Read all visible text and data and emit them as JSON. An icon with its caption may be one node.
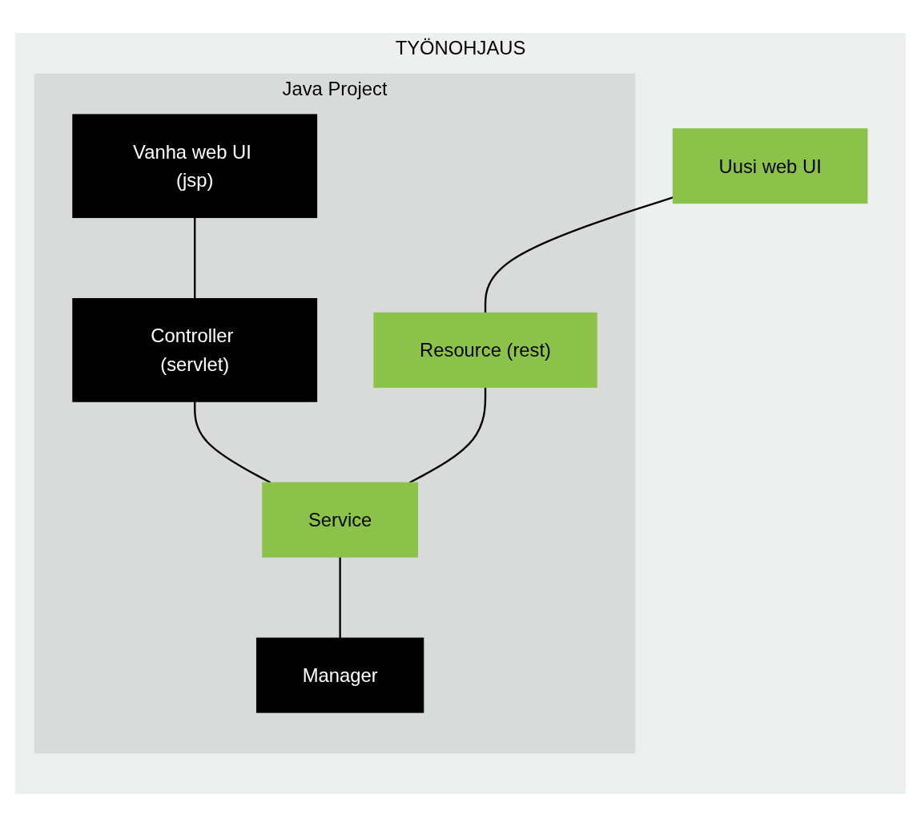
{
  "diagram": {
    "nodes": [
      {
        "text": [
          "TYÖNOHJAUS"
        ]
      },
      {
        "text": [
          "Uusi web UI"
        ],
        "in": 0
      },
      {
        "text": [
          "Java Project"
        ],
        "in": 0
      },
      {
        "text": [
          "Vanha web UI (jsp)"
        ],
        "in": 2
      },
      {
        "text": [
          "Controller (servlet)"
        ],
        "in": 2
      },
      {
        "text": [
          "Resource (rest)"
        ],
        "in": 2
      },
      {
        "text": [
          "Service"
        ],
        "in": 2
      },
      {
        "text": [
          "Manager"
        ],
        "in": 2
      }
    ],
    "edges": [
      {
        "from": 3,
        "to": 4,
        "arrow": "none"
      },
      {
        "from": 1,
        "to": 5,
        "arrow": "none"
      },
      {
        "from": 4,
        "to": 6,
        "arrow": "none"
      },
      {
        "from": 5,
        "to": 6,
        "arrow": "none"
      },
      {
        "from": 6,
        "to": 7,
        "arrow": "none"
      }
    ]
  }
}
